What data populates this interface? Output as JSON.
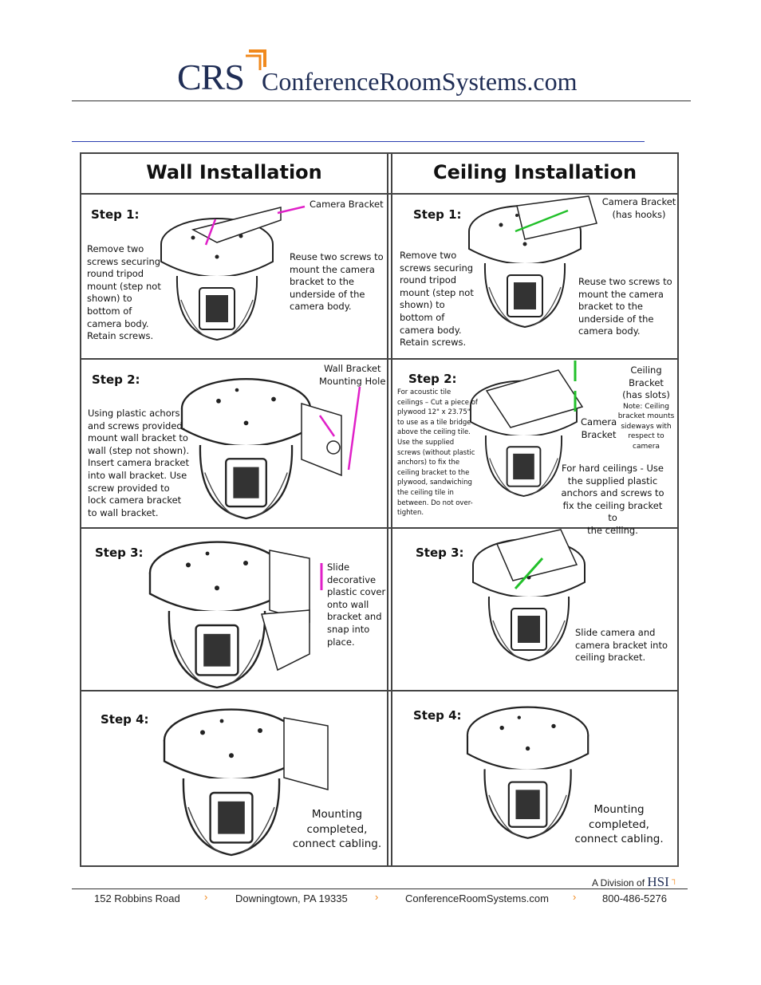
{
  "header": {
    "logo_crs": "CRS",
    "logo_site": "ConferenceRoomSystems.com"
  },
  "columns": {
    "wall_title": "Wall Installation",
    "ceiling_title": "Ceiling Installation"
  },
  "wall": {
    "step1": {
      "label": "Step 1:",
      "callout": "Camera Bracket",
      "left_text": [
        "Remove two",
        "screws securing",
        "round tripod",
        "mount (step not",
        "shown) to",
        "bottom of",
        "camera body.",
        "Retain screws."
      ],
      "right_text": [
        "Reuse two screws to",
        "mount the camera",
        "bracket to the",
        "underside of the",
        "camera body."
      ]
    },
    "step2": {
      "label": "Step 2:",
      "callout": [
        "Wall Bracket",
        "Mounting Hole"
      ],
      "text": [
        "Using plastic achors",
        "and screws provided,",
        "mount wall bracket to",
        "wall (step not shown).",
        "Insert camera bracket",
        "into wall bracket. Use",
        "screw provided to",
        "lock camera bracket",
        "to wall bracket."
      ]
    },
    "step3": {
      "label": "Step 3:",
      "text": [
        "Slide",
        "decorative",
        "plastic cover",
        "onto wall",
        "bracket and",
        "snap into",
        "place."
      ]
    },
    "step4": {
      "label": "Step 4:",
      "text": [
        "Mounting",
        "completed,",
        "connect cabling."
      ]
    }
  },
  "ceiling": {
    "step1": {
      "label": "Step 1:",
      "callout": [
        "Camera Bracket",
        "(has hooks)"
      ],
      "left_text": [
        "Remove two",
        "screws securing",
        "round tripod",
        "mount (step not",
        "shown) to",
        "bottom of",
        "camera body.",
        "Retain screws."
      ],
      "right_text": [
        "Reuse two screws to",
        "mount the camera",
        "bracket to the",
        "underside of the",
        "camera body."
      ]
    },
    "step2": {
      "label": "Step 2:",
      "acoustic": [
        "For acoustic tile",
        "ceilings – Cut a piece of",
        "plywood 12\" x 23.75\"",
        "to use as a tile bridge",
        "above the ceiling tile.",
        "Use the supplied",
        "screws (without plastic",
        "anchors) to fix the",
        "ceiling bracket to the",
        "plywood, sandwiching",
        "the ceiling tile in",
        "between.  Do not over-",
        "tighten."
      ],
      "ceiling_bracket": [
        "Ceiling",
        "Bracket",
        "(has slots)"
      ],
      "note": [
        "Note: Ceiling",
        "bracket mounts",
        "sideways with",
        "respect to",
        "camera"
      ],
      "camera_bracket": [
        "Camera",
        "Bracket"
      ],
      "hard": [
        "For hard ceilings - Use",
        "the supplied plastic",
        "anchors and screws to",
        "fix the ceiling bracket to",
        "the ceiling."
      ]
    },
    "step3": {
      "label": "Step 3:",
      "text": [
        "Slide camera and",
        "camera bracket into",
        "ceiling bracket."
      ]
    },
    "step4": {
      "label": "Step 4:",
      "text": [
        "Mounting",
        "completed,",
        "connect cabling."
      ]
    }
  },
  "footer": {
    "division": "A Division of",
    "hsi": "HSI",
    "address": "152 Robbins Road",
    "city": "Downingtown, PA 19335",
    "site": "ConferenceRoomSystems.com",
    "phone": "800-486-5276",
    "separator": "›"
  },
  "colors": {
    "brand_navy": "#1f2d55",
    "brand_orange": "#f0891d",
    "callout_magenta": "#e020c8",
    "callout_green": "#22c02a",
    "link_blue": "#2b3fb0"
  }
}
